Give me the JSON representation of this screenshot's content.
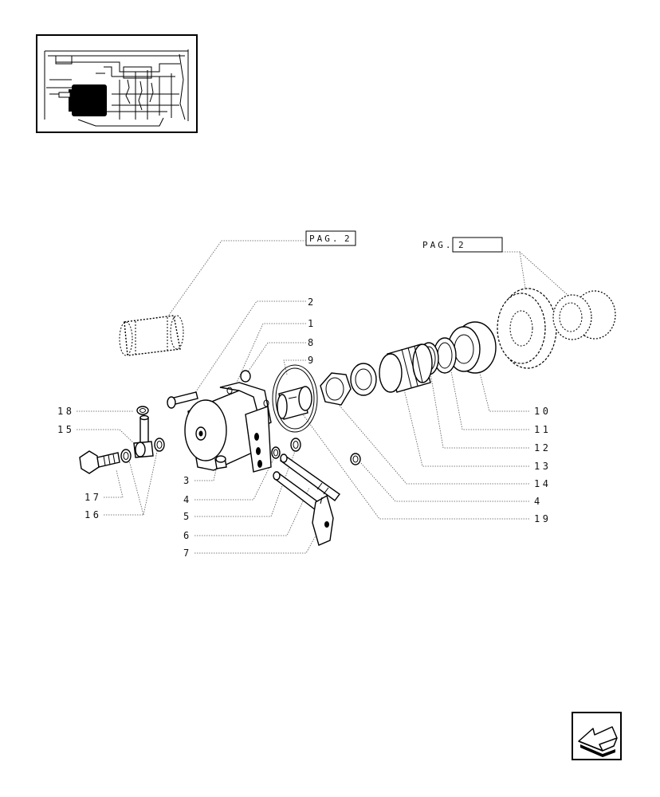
{
  "page_refs": {
    "left": {
      "word": "PAG.",
      "num": "2"
    },
    "right": {
      "word": "PAG.",
      "num": "2"
    }
  },
  "callouts": [
    {
      "id": "c2",
      "text": "2"
    },
    {
      "id": "c1",
      "text": "1"
    },
    {
      "id": "c8",
      "text": "8"
    },
    {
      "id": "c9",
      "text": "9"
    },
    {
      "id": "c18",
      "text": "18"
    },
    {
      "id": "c15",
      "text": "15"
    },
    {
      "id": "c17",
      "text": "17"
    },
    {
      "id": "c16",
      "text": "16"
    },
    {
      "id": "c3",
      "text": "3"
    },
    {
      "id": "c4a",
      "text": "4"
    },
    {
      "id": "c5",
      "text": "5"
    },
    {
      "id": "c6",
      "text": "6"
    },
    {
      "id": "c7",
      "text": "7"
    },
    {
      "id": "c10",
      "text": "10"
    },
    {
      "id": "c11",
      "text": "11"
    },
    {
      "id": "c12",
      "text": "12"
    },
    {
      "id": "c13",
      "text": "13"
    },
    {
      "id": "c14",
      "text": "14"
    },
    {
      "id": "c4b",
      "text": "4"
    },
    {
      "id": "c19",
      "text": "19"
    }
  ],
  "icons": {
    "nav": "back-arrow-icon",
    "thumbnail": "assembly-location-thumbnail"
  }
}
